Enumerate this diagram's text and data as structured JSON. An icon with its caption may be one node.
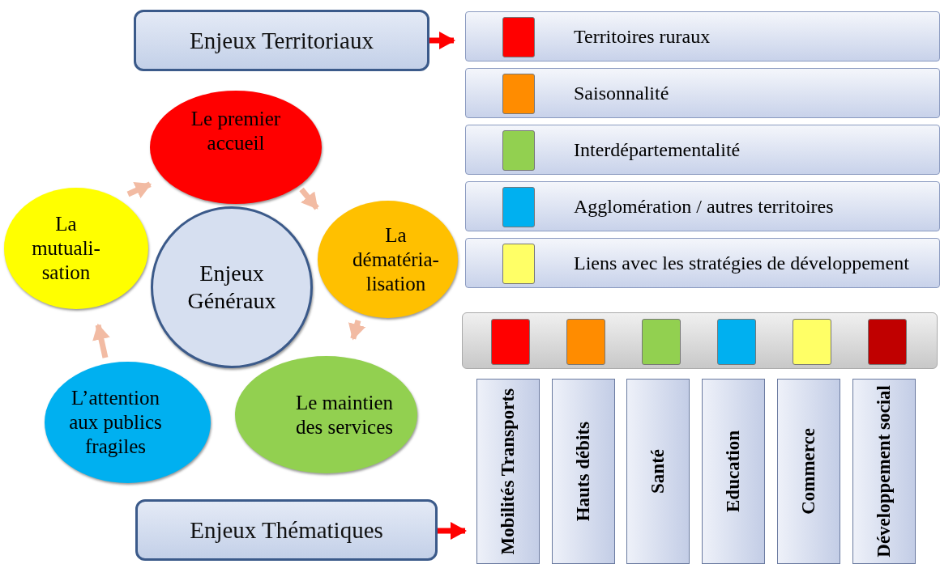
{
  "diagram": {
    "nodes": [
      {
        "text": [
          "Enjeux Territoriaux"
        ]
      },
      {
        "text": [
          "Territoires ruraux"
        ]
      },
      {
        "text": [
          "Saisonnalité"
        ]
      },
      {
        "text": [
          "Interdépartementalité"
        ]
      },
      {
        "text": [
          "Agglomération / autres territoires"
        ]
      },
      {
        "text": [
          "Liens avec les stratégies de développement"
        ]
      },
      {
        "text": [
          "Enjeux Généraux"
        ]
      },
      {
        "text": [
          "Le premier accueil"
        ]
      },
      {
        "text": [
          "La dématéria- lisation"
        ]
      },
      {
        "text": [
          "Le maintien des services"
        ]
      },
      {
        "text": [
          "L’attention aux publics fragiles"
        ]
      },
      {
        "text": [
          "La mutuali- sation"
        ]
      },
      {
        "text": [
          "Enjeux Thématiques"
        ]
      },
      {
        "text": [
          "Mobilités Transports"
        ]
      },
      {
        "text": [
          "Hauts débits"
        ]
      },
      {
        "text": [
          "Santé"
        ]
      },
      {
        "text": [
          "Education"
        ]
      },
      {
        "text": [
          "Commerce"
        ]
      },
      {
        "text": [
          "Développement social"
        ]
      }
    ],
    "edges": [
      {
        "from": 0,
        "to": 1,
        "arrow": "to",
        "color": "#ff0000"
      },
      {
        "from": 11,
        "to": 7,
        "arrow": "to"
      },
      {
        "from": 7,
        "to": 8,
        "arrow": "to"
      },
      {
        "from": 8,
        "to": 9,
        "arrow": "to"
      },
      {
        "from": 10,
        "to": 11,
        "arrow": "to"
      },
      {
        "from": 12,
        "to": 13,
        "arrow": "to",
        "color": "#ff0000"
      }
    ]
  }
}
